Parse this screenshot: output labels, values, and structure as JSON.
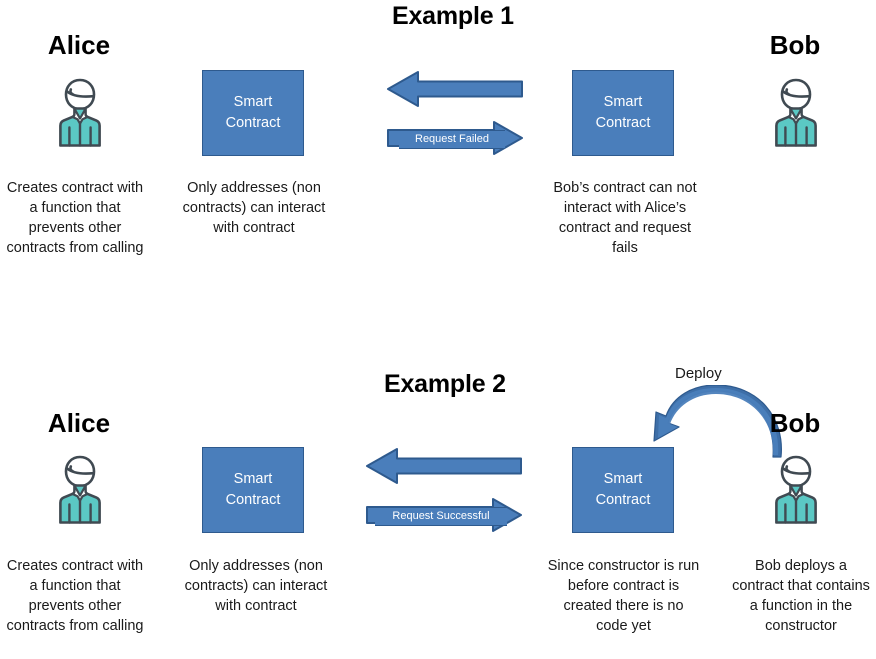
{
  "page": {
    "background": "#ffffff",
    "accent_blue": "#4A7EBB",
    "accent_blue_dark": "#2E5A8E",
    "shirt_teal": "#5BC8C4",
    "outline_gray": "#404a52"
  },
  "examples": [
    {
      "title": "Example 1",
      "left_actor": {
        "name": "Alice",
        "icon": "person-icon",
        "caption": "Creates contract with a function that prevents other contracts from calling"
      },
      "left_contract": {
        "line1": "Smart",
        "line2": "Contract",
        "caption": "Only addresses (non contracts) can interact with contract"
      },
      "arrows": {
        "top": {
          "icon": "arrow-left-icon",
          "direction": "left",
          "label": ""
        },
        "bottom": {
          "icon": "arrow-right-icon",
          "direction": "right",
          "label": "Request Failed"
        }
      },
      "right_contract": {
        "line1": "Smart",
        "line2": "Contract",
        "caption": "Bob’s contract can not interact with Alice’s contract and request fails"
      },
      "right_actor": {
        "name": "Bob",
        "icon": "person-icon",
        "caption": ""
      },
      "deploy": {
        "label": "",
        "visible": false
      }
    },
    {
      "title": "Example 2",
      "left_actor": {
        "name": "Alice",
        "icon": "person-icon",
        "caption": "Creates contract with a function that prevents other contracts from calling"
      },
      "left_contract": {
        "line1": "Smart",
        "line2": "Contract",
        "caption": "Only addresses (non contracts) can interact with contract"
      },
      "arrows": {
        "top": {
          "icon": "arrow-left-icon",
          "direction": "left",
          "label": ""
        },
        "bottom": {
          "icon": "arrow-right-icon",
          "direction": "right",
          "label": "Request Successful"
        }
      },
      "right_contract": {
        "line1": "Smart",
        "line2": "Contract",
        "caption": "Since constructor is run before contract is created there is no code yet"
      },
      "right_actor": {
        "name": "Bob",
        "icon": "person-icon",
        "caption": "Bob deploys a contract that contains a function in the constructor"
      },
      "deploy": {
        "label": "Deploy",
        "visible": true,
        "icon": "curved-arrow-down-left-icon"
      }
    }
  ]
}
